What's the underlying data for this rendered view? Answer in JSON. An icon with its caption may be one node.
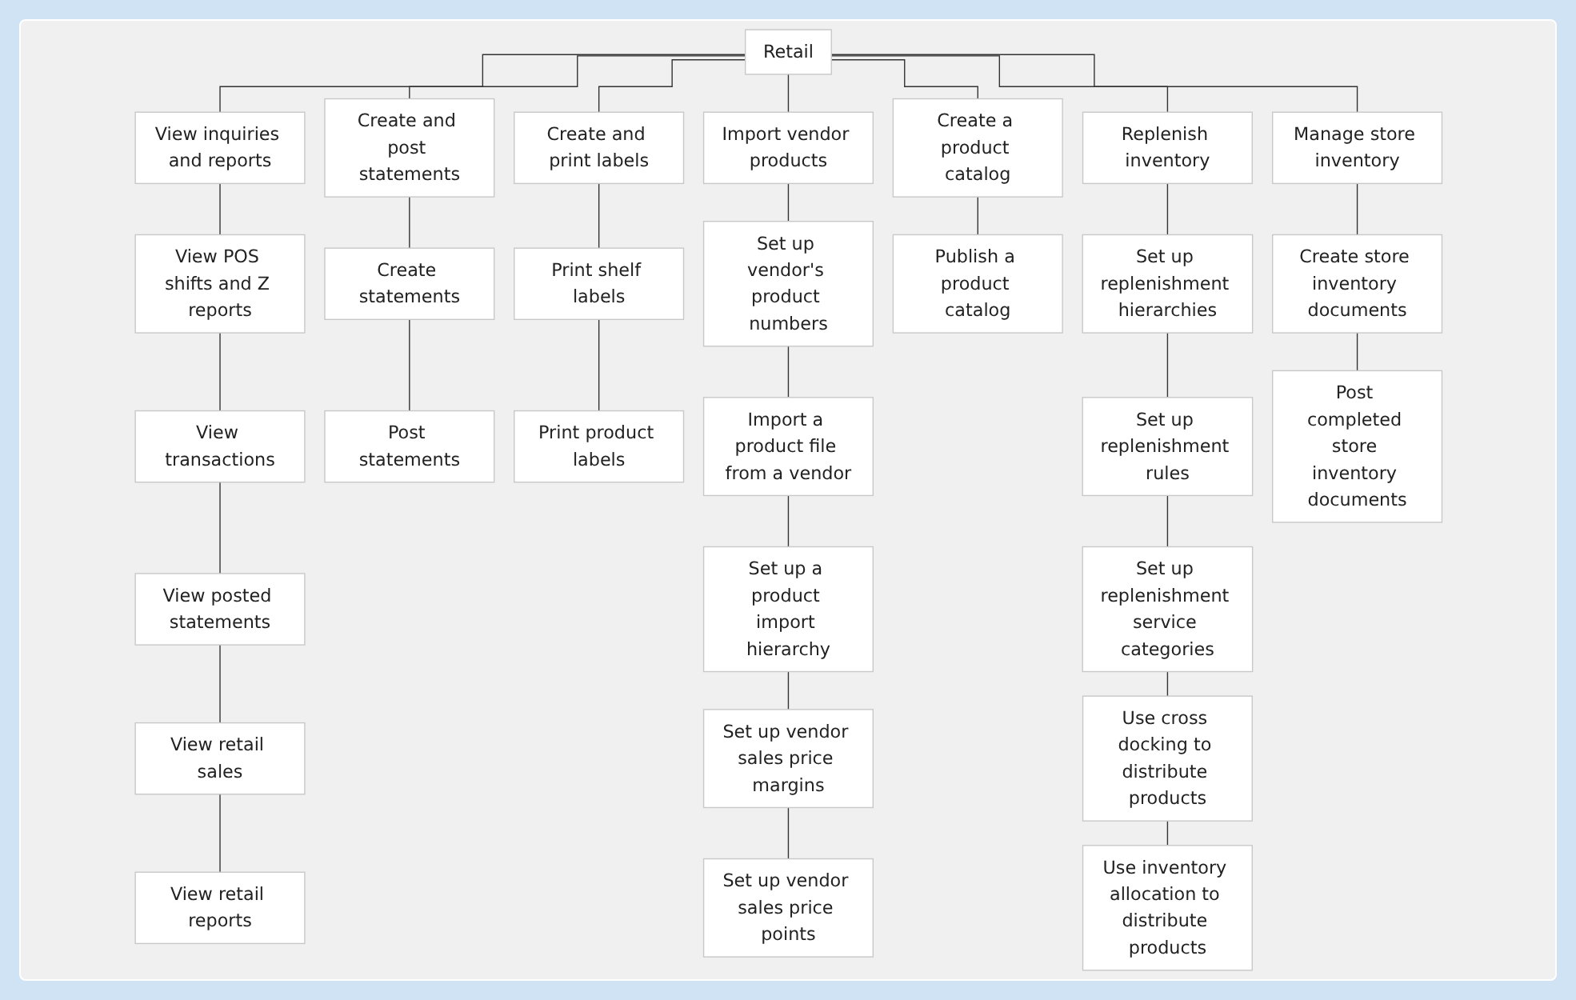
{
  "diagram": {
    "nodes": [
      {
        "text": [
          "Retail"
        ]
      },
      {
        "text": [
          "View inquiries and reports"
        ]
      },
      {
        "text": [
          "View POS shifts and Z reports"
        ]
      },
      {
        "text": [
          "View transactions"
        ]
      },
      {
        "text": [
          "View posted statements"
        ]
      },
      {
        "text": [
          "View retail sales"
        ]
      },
      {
        "text": [
          "View retail reports"
        ]
      },
      {
        "text": [
          "Create and post statements"
        ]
      },
      {
        "text": [
          "Create statements"
        ]
      },
      {
        "text": [
          "Post statements"
        ]
      },
      {
        "text": [
          "Create and print labels"
        ]
      },
      {
        "text": [
          "Print shelf labels"
        ]
      },
      {
        "text": [
          "Print product labels"
        ]
      },
      {
        "text": [
          "Import vendor products"
        ]
      },
      {
        "text": [
          "Set up vendor's product numbers"
        ]
      },
      {
        "text": [
          "Import a product file from a vendor"
        ]
      },
      {
        "text": [
          "Set up a product import hierarchy"
        ]
      },
      {
        "text": [
          "Set up vendor sales price margins"
        ]
      },
      {
        "text": [
          "Set up vendor sales price points"
        ]
      },
      {
        "text": [
          "Create a product catalog"
        ]
      },
      {
        "text": [
          "Publish a product catalog"
        ]
      },
      {
        "text": [
          "Replenish inventory"
        ]
      },
      {
        "text": [
          "Set up replenishment hierarchies"
        ]
      },
      {
        "text": [
          "Set up replenishment rules"
        ]
      },
      {
        "text": [
          "Set up replenishment service categories"
        ]
      },
      {
        "text": [
          "Use cross docking to distribute products"
        ]
      },
      {
        "text": [
          "Use inventory allocation to distribute products"
        ]
      },
      {
        "text": [
          "Manage store inventory"
        ]
      },
      {
        "text": [
          "Create store inventory documents"
        ]
      },
      {
        "text": [
          "Post completed store inventory documents"
        ]
      }
    ],
    "edges": [
      {
        "from": 0,
        "to": 1,
        "arrow": "none"
      },
      {
        "from": 0,
        "to": 7,
        "arrow": "none"
      },
      {
        "from": 0,
        "to": 10,
        "arrow": "none"
      },
      {
        "from": 0,
        "to": 13,
        "arrow": "none"
      },
      {
        "from": 0,
        "to": 19,
        "arrow": "none"
      },
      {
        "from": 0,
        "to": 21,
        "arrow": "none"
      },
      {
        "from": 0,
        "to": 27,
        "arrow": "none"
      },
      {
        "from": 1,
        "to": 2,
        "arrow": "none"
      },
      {
        "from": 2,
        "to": 3,
        "arrow": "none"
      },
      {
        "from": 3,
        "to": 4,
        "arrow": "none"
      },
      {
        "from": 4,
        "to": 5,
        "arrow": "none"
      },
      {
        "from": 5,
        "to": 6,
        "arrow": "none"
      },
      {
        "from": 7,
        "to": 8,
        "arrow": "none"
      },
      {
        "from": 8,
        "to": 9,
        "arrow": "none"
      },
      {
        "from": 10,
        "to": 11,
        "arrow": "none"
      },
      {
        "from": 11,
        "to": 12,
        "arrow": "none"
      },
      {
        "from": 13,
        "to": 14,
        "arrow": "none"
      },
      {
        "from": 14,
        "to": 15,
        "arrow": "none"
      },
      {
        "from": 15,
        "to": 16,
        "arrow": "none"
      },
      {
        "from": 16,
        "to": 17,
        "arrow": "none"
      },
      {
        "from": 17,
        "to": 18,
        "arrow": "none"
      },
      {
        "from": 19,
        "to": 20,
        "arrow": "none"
      },
      {
        "from": 21,
        "to": 22,
        "arrow": "none"
      },
      {
        "from": 22,
        "to": 23,
        "arrow": "none"
      },
      {
        "from": 23,
        "to": 24,
        "arrow": "none"
      },
      {
        "from": 24,
        "to": 25,
        "arrow": "none"
      },
      {
        "from": 25,
        "to": 26,
        "arrow": "none"
      },
      {
        "from": 27,
        "to": 28,
        "arrow": "none"
      },
      {
        "from": 28,
        "to": 29,
        "arrow": "none"
      }
    ]
  }
}
